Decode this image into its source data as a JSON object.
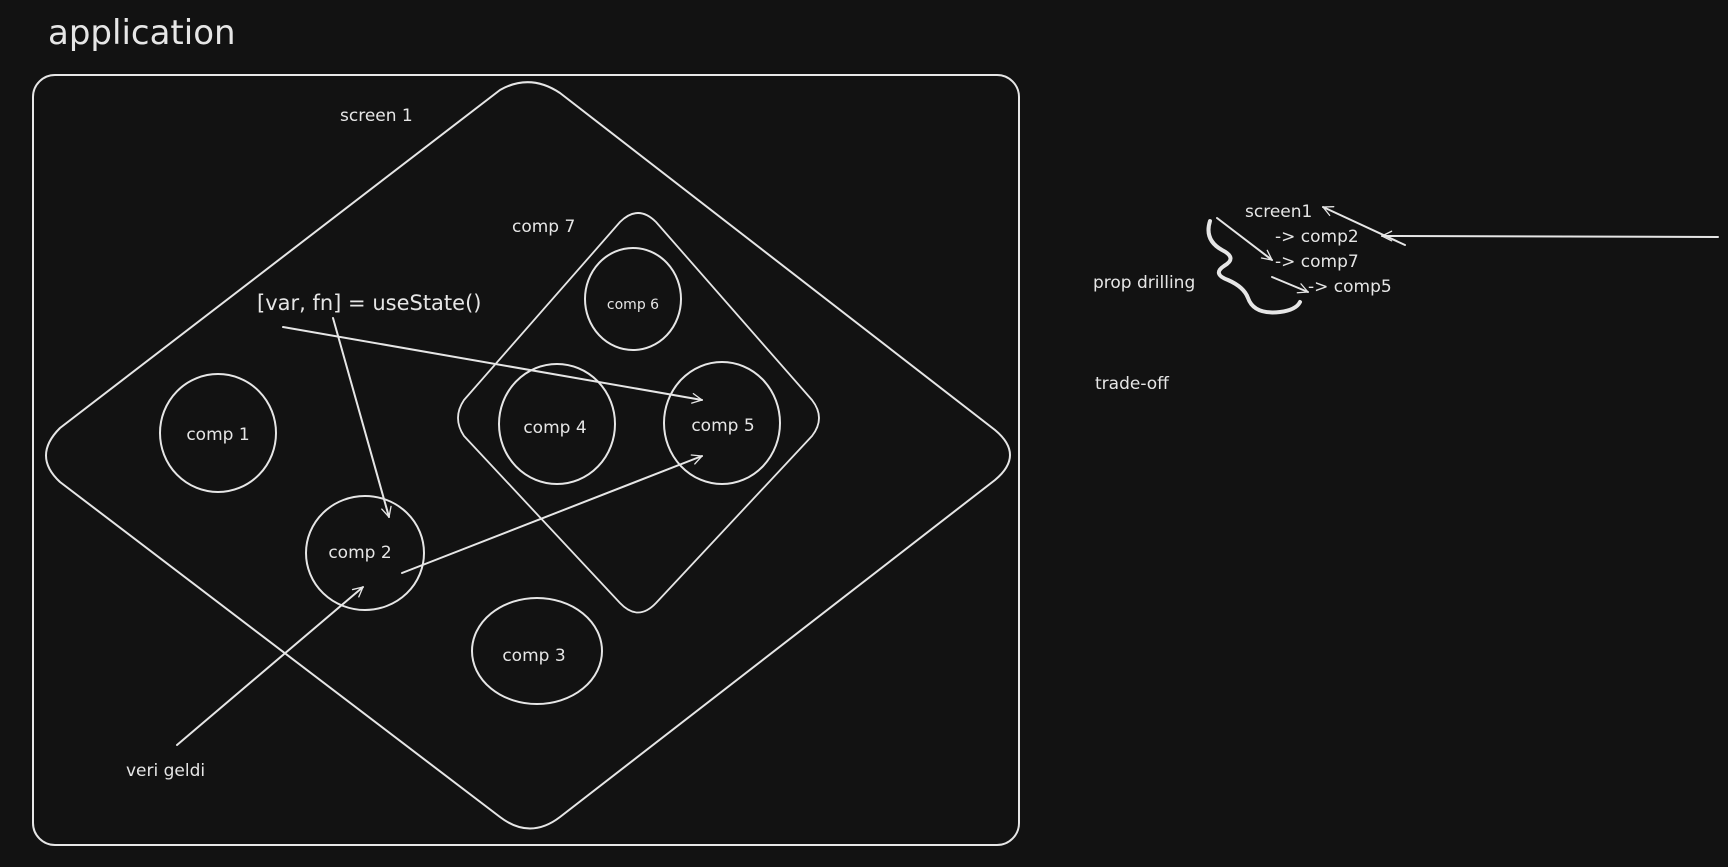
{
  "title": "application",
  "labels": {
    "screen": "screen 1",
    "comp7": "comp 7",
    "comp1": "comp 1",
    "comp2": "comp 2",
    "comp3": "comp 3",
    "comp4": "comp 4",
    "comp5": "comp 5",
    "comp6": "comp 6",
    "state": "[var, fn] = useState()",
    "incoming": "veri geldi"
  },
  "notes": {
    "chain": [
      "screen1",
      "-> comp2",
      "-> comp7",
      "-> comp5"
    ],
    "prop_drilling": "prop drilling",
    "tradeoff": "trade-off"
  },
  "colors": {
    "background": "#121212",
    "stroke": "#e6e6e6"
  }
}
